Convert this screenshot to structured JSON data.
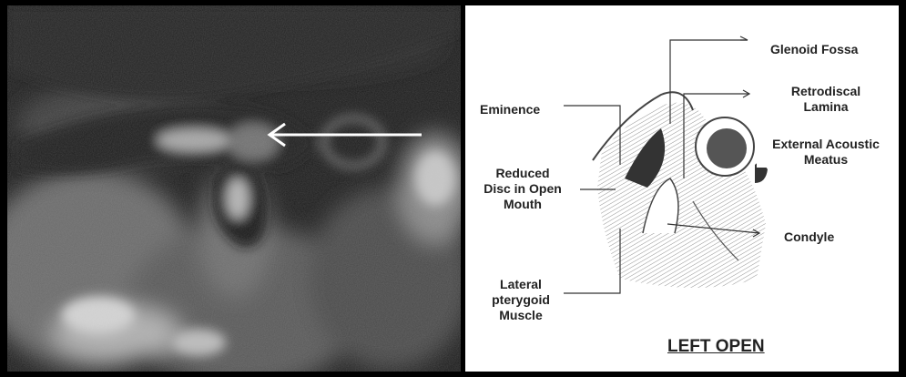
{
  "mri": {
    "panel": "MRI sagittal TMJ open mouth",
    "arrow_icon": "arrow-left-icon"
  },
  "labels": {
    "glenoid_fossa": "Glenoid Fossa",
    "retrodiscal_1": "Retrodiscal",
    "retrodiscal_2": "Lamina",
    "eam_1": "External Acoustic",
    "eam_2": "Meatus",
    "eminence": "Eminence",
    "reduced_1": "Reduced",
    "reduced_2": "Disc in Open",
    "reduced_3": "Mouth",
    "condyle": "Condyle",
    "lateral_1": "Lateral",
    "lateral_2": "pterygoid",
    "lateral_3": "Muscle",
    "caption": "LEFT OPEN"
  }
}
